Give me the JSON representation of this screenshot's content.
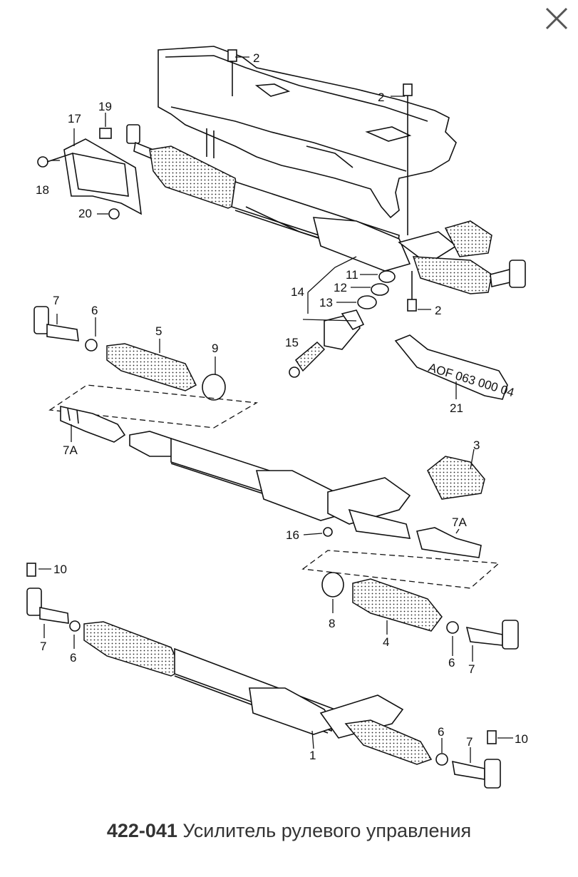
{
  "caption": {
    "code": "422-041",
    "title": "Усилитель рулевого управления"
  },
  "icons": {
    "close": "close-icon"
  },
  "labels": {
    "l1": "1",
    "l2a": "2",
    "l2b": "2",
    "l2c": "2",
    "l3": "3",
    "l4": "4",
    "l5": "5",
    "l6a": "6",
    "l6b": "6",
    "l6c": "6",
    "l6d": "6",
    "l7a": "7",
    "l7b": "7",
    "l7c": "7",
    "l7d": "7",
    "l7Aa": "7A",
    "l7Ab": "7A",
    "l8": "8",
    "l9": "9",
    "l10a": "10",
    "l10b": "10",
    "l11": "11",
    "l12": "12",
    "l13": "13",
    "l14": "14",
    "l15": "15",
    "l16": "16",
    "l17": "17",
    "l18": "18",
    "l19": "19",
    "l20": "20",
    "l21": "21",
    "tube_text": "AOF 063 000 04"
  }
}
